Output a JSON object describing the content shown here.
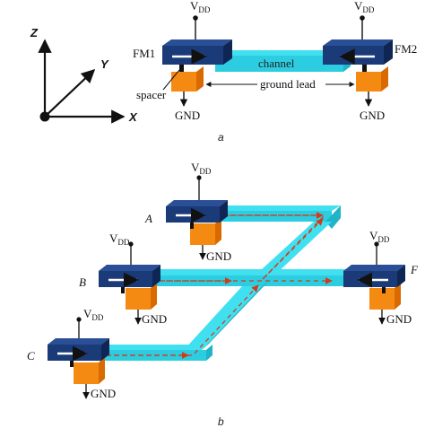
{
  "colors": {
    "magnet_top": "#1a3a78",
    "magnet_front": "#0f2654",
    "channel_top": "#40e0f0",
    "channel_front": "#1fb4c8",
    "ground_front": "#f58a12",
    "ground_side": "#d96a00",
    "spin_path": "#d43a1a",
    "axes": "#111111"
  },
  "axes": {
    "z": "Z",
    "y": "Y",
    "x": "X"
  },
  "panel_a": {
    "fm1": "FM1",
    "fm2": "FM2",
    "channel": "channel",
    "spacer": "spacer",
    "ground_lead": "ground lead",
    "vdd_left": {
      "main": "V",
      "sub": "DD"
    },
    "vdd_right": {
      "main": "V",
      "sub": "DD"
    },
    "gnd_left": "GND",
    "gnd_right": "GND",
    "caption": "a"
  },
  "panel_b": {
    "terminals": [
      "A",
      "B",
      "C",
      "F"
    ],
    "vdd": {
      "main": "V",
      "sub": "DD"
    },
    "gnd": "GND",
    "caption": "b"
  },
  "icons": [
    "magnetization-arrow-icon",
    "ground-arrow-icon",
    "contact-dot-icon"
  ]
}
